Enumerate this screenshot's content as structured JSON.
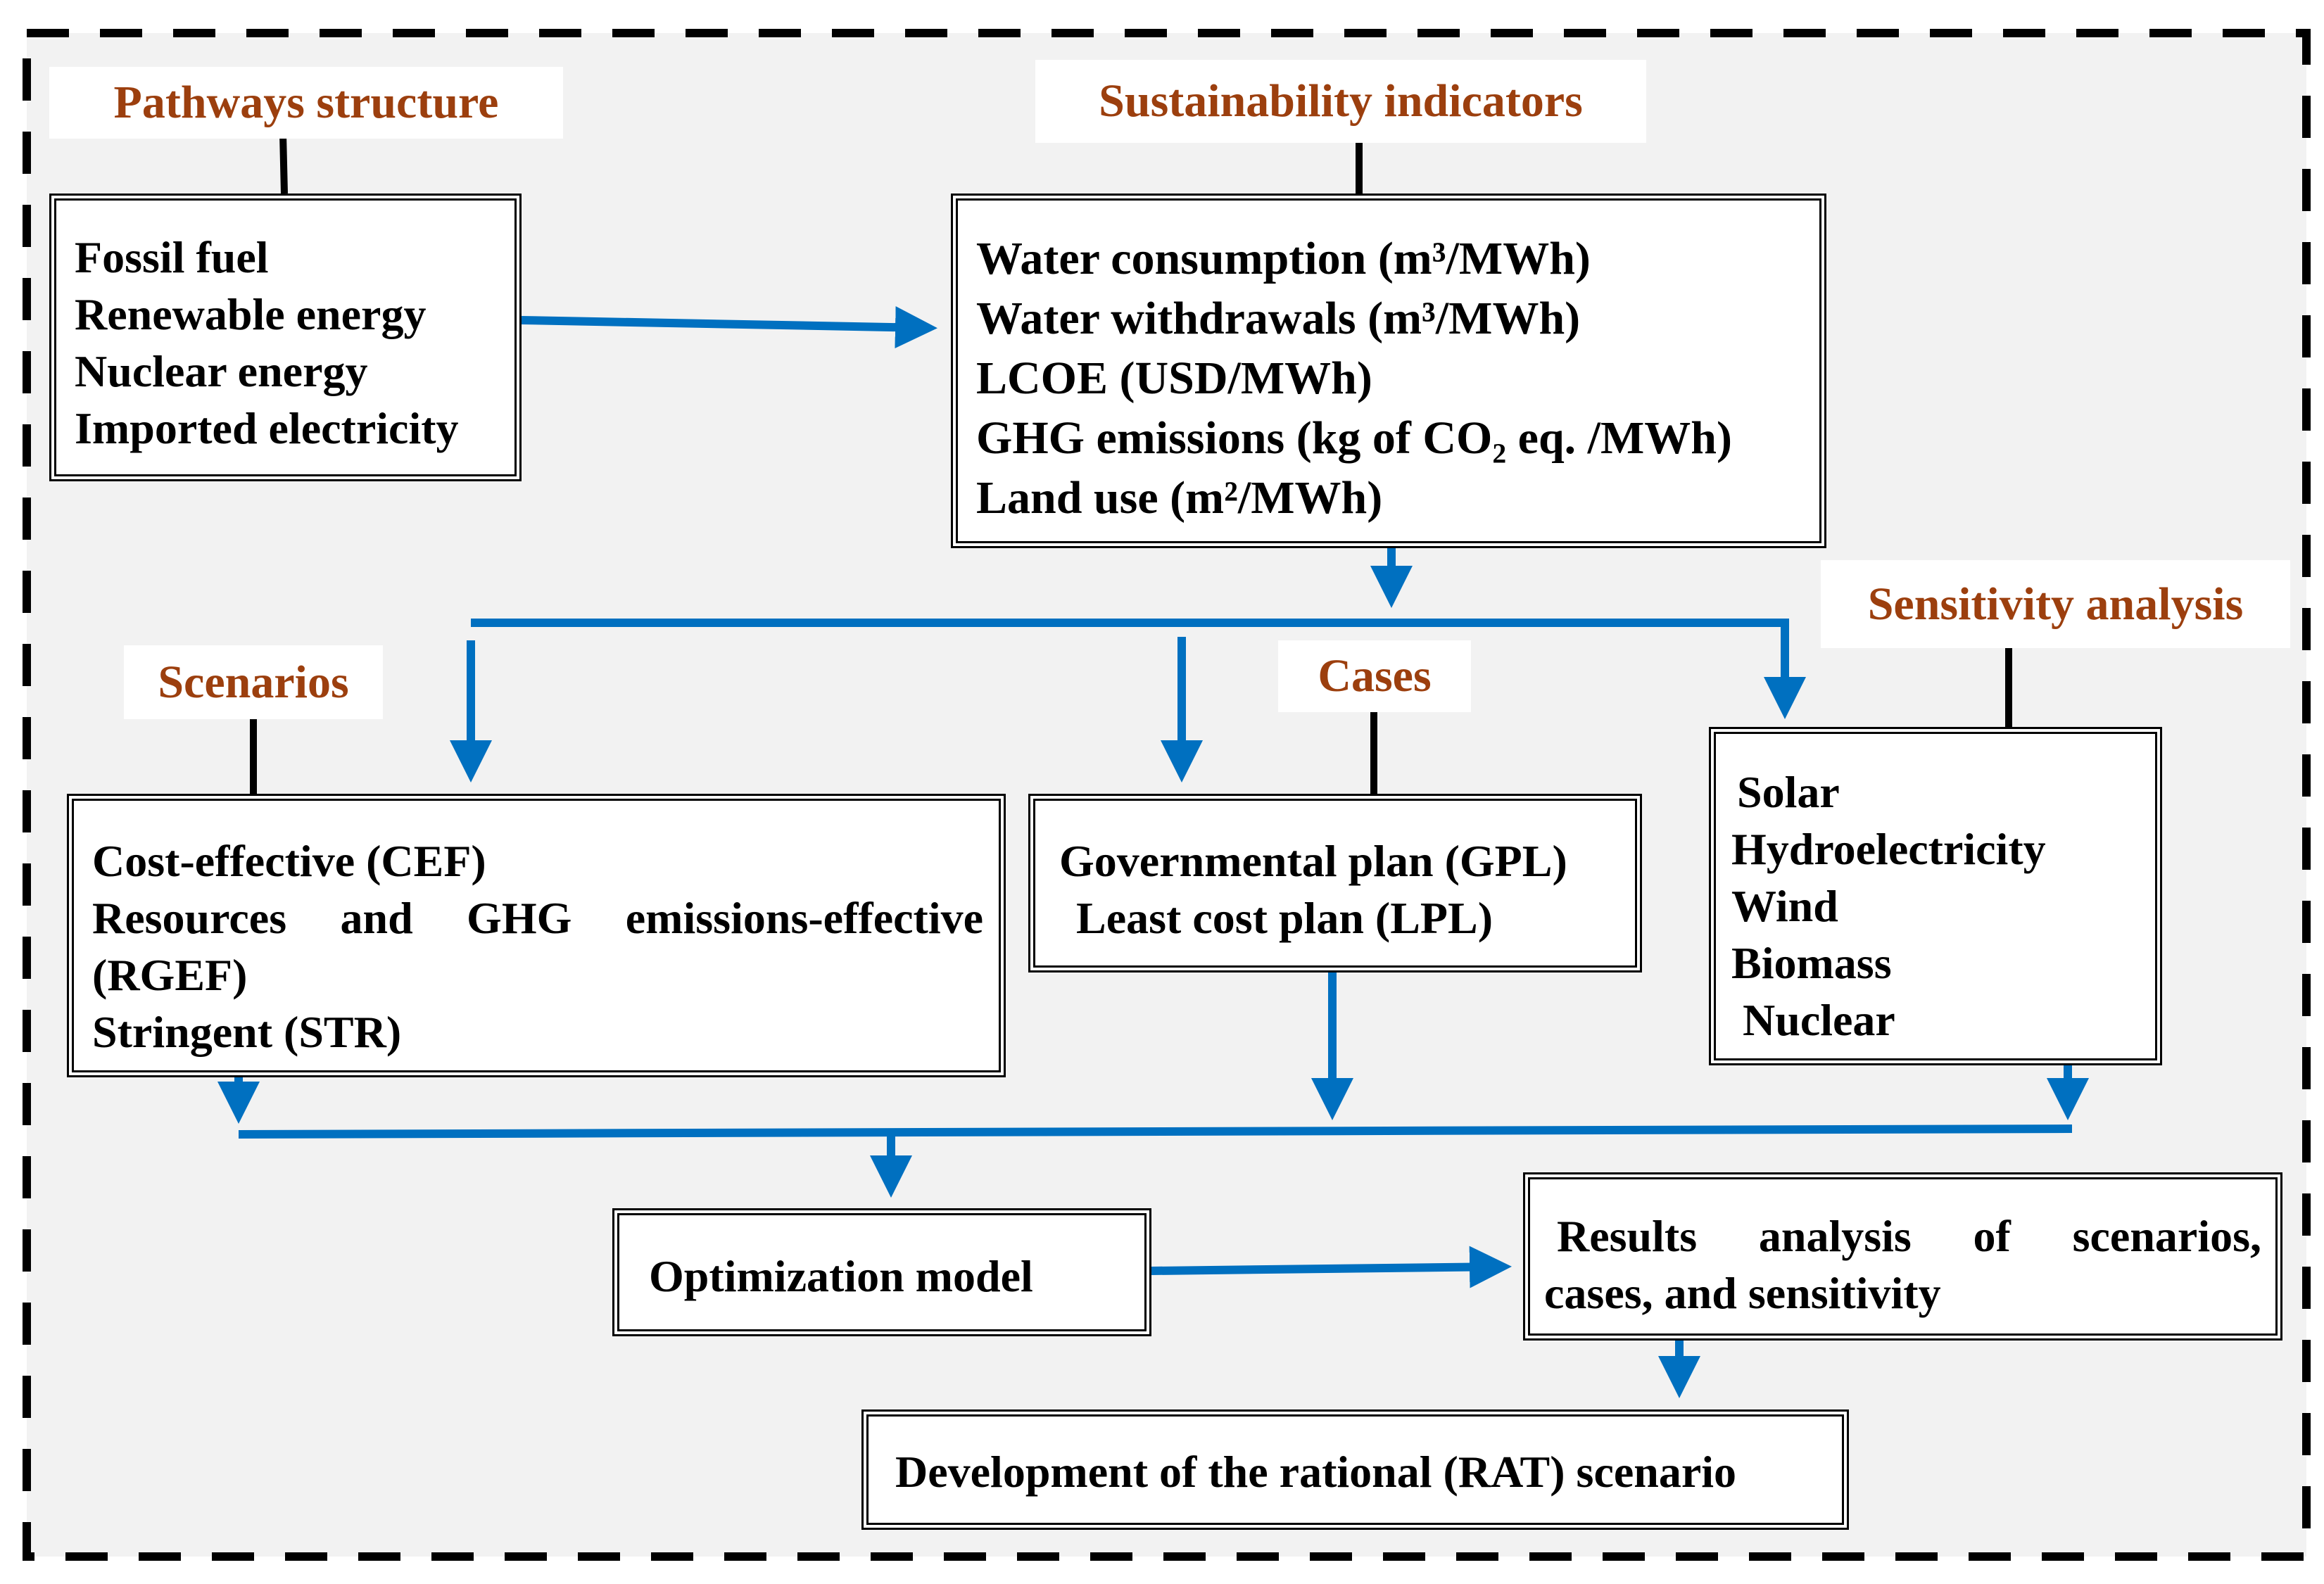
{
  "colors": {
    "arrow": "#0070C0",
    "label_text": "#9C3F0E",
    "connector": "#000000",
    "background": "#F2F2F2"
  },
  "labels": {
    "pathways": "Pathways structure",
    "sustainability": "Sustainability indicators",
    "scenarios": "Scenarios",
    "cases": "Cases",
    "sensitivity": "Sensitivity analysis"
  },
  "pathways_box": [
    "Fossil fuel",
    "Renewable energy",
    "Nuclear energy",
    "Imported electricity"
  ],
  "indicators_box": [
    "Water consumption (m³/MWh)",
    "Water withdrawals (m³/MWh)",
    "LCOE (USD/MWh)",
    "GHG emissions (kg of CO₂ eq. /MWh)",
    "Land use (m²/MWh)"
  ],
  "scenarios_box": [
    "Cost-effective (CEF)",
    "Resources and GHG emissions-effective (RGEF)",
    "Stringent (STR)"
  ],
  "cases_box": [
    "Governmental plan (GPL)",
    "Least cost plan (LPL)"
  ],
  "sensitivity_box": [
    "Solar",
    "Hydroelectricity",
    "Wind",
    "Biomass",
    "Nuclear"
  ],
  "optimization_box": "Optimization model",
  "results_box": {
    "line1": "Results analysis of scenarios,",
    "line2": "cases, and sensitivity"
  },
  "development_box": "Development of the rational (RAT) scenario"
}
